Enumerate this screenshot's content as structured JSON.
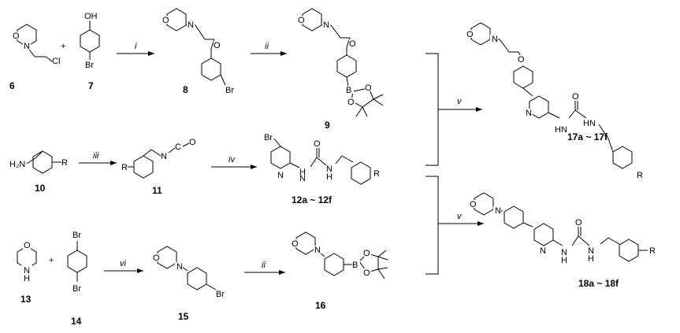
{
  "compounds": {
    "c6": "6",
    "c7": "7",
    "c8": "8",
    "c9": "9",
    "c10": "10",
    "c11": "11",
    "c12": "12a ~ 12f",
    "c13": "13",
    "c14": "14",
    "c15": "15",
    "c16": "16",
    "c17": "17a ~ 17f",
    "c18": "18a ~ 18f"
  },
  "reagents": {
    "r1": "i",
    "r2": "ii",
    "r3": "iii",
    "r4": "iv",
    "r5": "ii",
    "r6": "v",
    "r7": "v",
    "r8": "vi"
  },
  "plus": "+",
  "atoms": {
    "O": "O",
    "N": "N",
    "H": "H",
    "Br": "Br",
    "Cl": "Cl",
    "B": "B",
    "R": "R",
    "C": "C",
    "OH": "OH",
    "H2N": "H₂N",
    "HN": "HN",
    "NH": "NH"
  }
}
